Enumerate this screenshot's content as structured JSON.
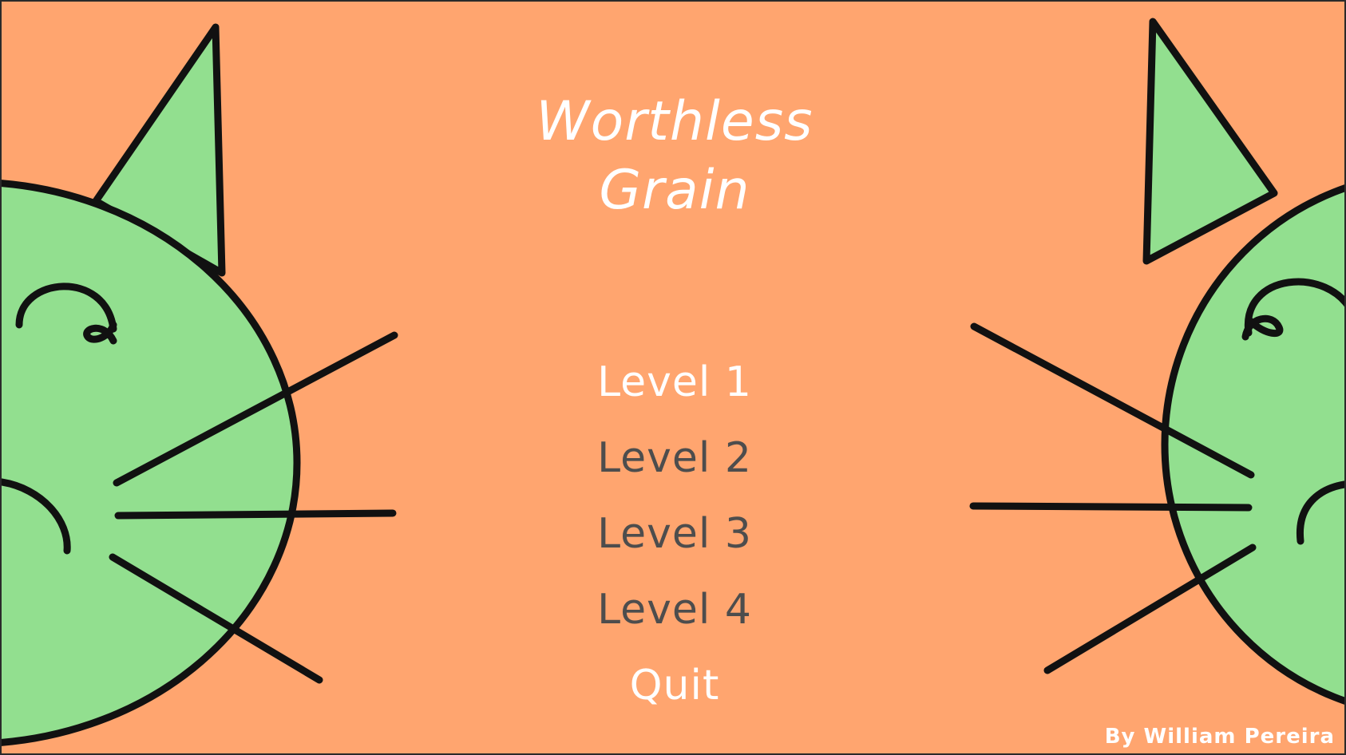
{
  "game": {
    "title_line1": "Worthless",
    "title_line2": "Grain",
    "credit": "By William Pereira"
  },
  "menu": {
    "items": [
      {
        "label": "Level 1",
        "state": "highlighted"
      },
      {
        "label": "Level 2",
        "state": "normal"
      },
      {
        "label": "Level 3",
        "state": "normal"
      },
      {
        "label": "Level 4",
        "state": "normal"
      },
      {
        "label": "Quit",
        "state": "highlighted"
      }
    ]
  },
  "colors": {
    "background": "#FFA56F",
    "cat_fill": "#92DF8F",
    "outline": "#111111",
    "highlight_text": "#ffffff",
    "normal_text": "#4d4d4d"
  },
  "icons": {
    "left_decoration": "cat-face-left-icon",
    "right_decoration": "cat-face-right-icon"
  }
}
